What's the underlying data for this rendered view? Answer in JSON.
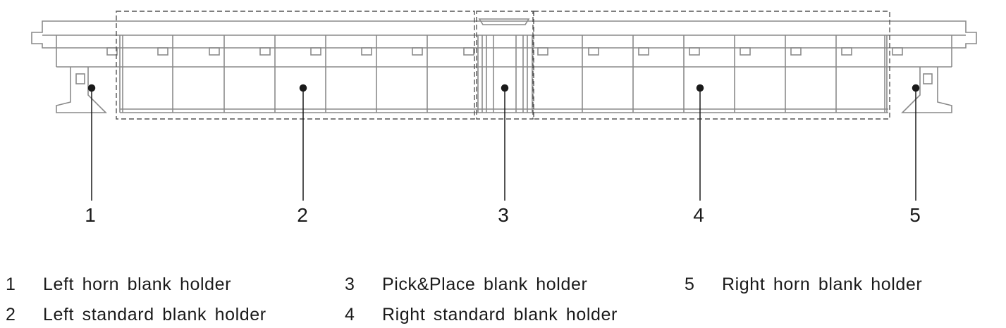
{
  "callouts": [
    "1",
    "2",
    "3",
    "4",
    "5"
  ],
  "legend": [
    {
      "num": "1",
      "text": "Left horn blank holder"
    },
    {
      "num": "2",
      "text": "Left standard blank holder"
    },
    {
      "num": "3",
      "text": "Pick&Place blank holder"
    },
    {
      "num": "4",
      "text": "Right standard blank holder"
    },
    {
      "num": "5",
      "text": "Right horn blank holder"
    }
  ],
  "colors": {
    "line": "#8a8a8a",
    "dark": "#1a1a1a",
    "dash": "#555555"
  }
}
